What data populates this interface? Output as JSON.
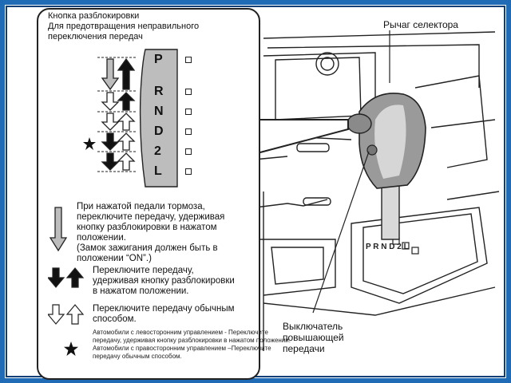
{
  "header": {
    "title": "Кнопка разблокировки",
    "subtitle_line1": "Для предотвращения неправильного",
    "subtitle_line2": "переключения передач"
  },
  "gears": [
    "P",
    "R",
    "N",
    "D",
    "2",
    "L"
  ],
  "gear_star_row": 4,
  "legend": [
    {
      "icon": "gray-down-arrow-icon",
      "lines": [
        "При нажатой педали тормоза,",
        "переключите передачу, удерживая",
        "кнопку разблокировки в нажатом",
        "положении.",
        "(Замок зажигания должен быть в",
        "положении “ON”.)"
      ]
    },
    {
      "icon": "black-arrows-icon",
      "lines": [
        "Переключите передачу,",
        "удерживая кнопку разблокировки",
        "в нажатом положении."
      ]
    },
    {
      "icon": "white-arrows-icon",
      "lines": [
        "Переключите передачу обычным",
        "способом."
      ]
    }
  ],
  "footnote": [
    "Автомобили с левосторонним управлением - Переключите",
    "передачу, удерживая кнопку разблокировки в нажатом положении.",
    "Автомобили с правосторонним управлением –Переключите",
    "передачу обычным способом."
  ],
  "labels": {
    "selector_lever": "Рычаг селектора",
    "overdrive_line1": "Выключатель",
    "overdrive_line2": "повышающей",
    "overdrive_line3": "передачи"
  },
  "colors": {
    "frame": "#1f6bb5",
    "gray_arrow": "#bdbdbd"
  }
}
